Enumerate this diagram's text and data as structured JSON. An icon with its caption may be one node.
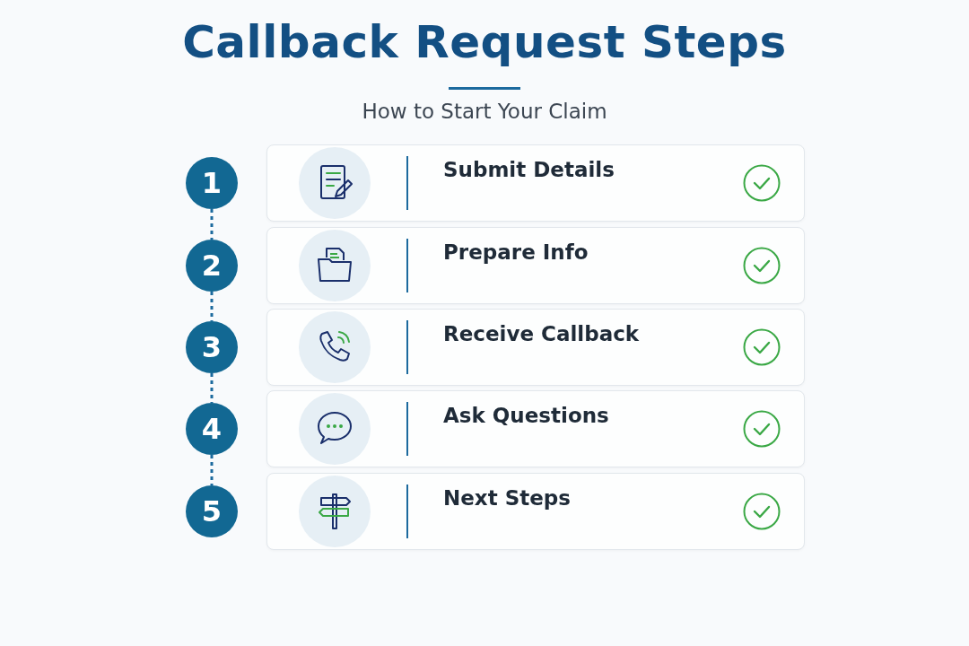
{
  "diagram": {
    "title": "Callback Request Steps",
    "nodes": [
      {
        "text": [
          "1"
        ]
      },
      {
        "text": [
          "Submit Details"
        ]
      },
      {
        "text": [
          "2"
        ]
      },
      {
        "text": [
          "Prepare Info"
        ]
      },
      {
        "text": [
          "3"
        ]
      },
      {
        "text": [
          "Receive Callback"
        ]
      },
      {
        "text": [
          "4"
        ]
      },
      {
        "text": [
          "Ask Questions"
        ]
      },
      {
        "text": [
          "5"
        ]
      },
      {
        "text": [
          "Next Steps"
        ]
      }
    ],
    "edges": [
      {
        "from": 0,
        "to": 2,
        "arrow": "none",
        "style": "dashed"
      },
      {
        "from": 2,
        "to": 4,
        "arrow": "none",
        "style": "dashed"
      },
      {
        "from": 4,
        "to": 6,
        "arrow": "none",
        "style": "dashed"
      },
      {
        "from": 6,
        "to": 8,
        "arrow": "none",
        "style": "dashed"
      }
    ],
    "labels": [
      "How to Start Your Claim"
    ]
  }
}
